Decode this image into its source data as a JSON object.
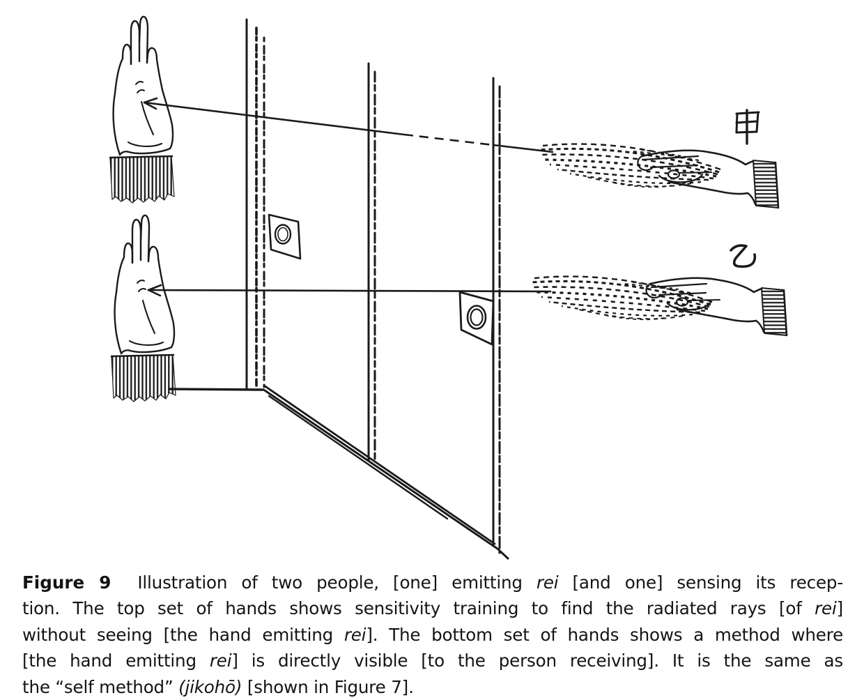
{
  "figure": {
    "number_label": "Figure 9",
    "caption_full": "Figure 9  Illustration of two people, [one] emitting rei [and one] sensing its reception. The top set of hands shows sensitivity training to find the radiated rays [of rei] without seeing [the hand emitting rei]. The bottom set of hands shows a method where [the hand emitting rei] is directly visible [to the person receiving]. It is the same as the “self method” (jikohō) [shown in Figure 7]."
  },
  "caption": {
    "lines": [
      {
        "segs": [
          {
            "t": "Figure 9"
          },
          {
            "t": "Illustration of two people, [one] emitting "
          },
          {
            "t": "rei"
          },
          {
            "t": " [and one] sensing its recep-"
          }
        ]
      },
      {
        "segs": [
          {
            "t": "tion. The top set of hands shows sensitivity training to find the radiated rays [of "
          },
          {
            "t": "rei"
          },
          {
            "t": "]"
          }
        ]
      },
      {
        "segs": [
          {
            "t": "without seeing [the hand emitting "
          },
          {
            "t": "rei"
          },
          {
            "t": "]. The bottom set of hands shows a method where"
          }
        ]
      },
      {
        "segs": [
          {
            "t": "[the hand emitting "
          },
          {
            "t": "rei"
          },
          {
            "t": "] is directly visible [to the person receiving]. It is the same as"
          }
        ]
      },
      {
        "segs": [
          {
            "t": "the “self method” "
          },
          {
            "t": "(jikohō)"
          },
          {
            "t": " [shown in Figure 7]."
          }
        ]
      }
    ]
  },
  "illustration": {
    "labels": {
      "top_person": "甲",
      "bottom_person": "乙"
    }
  },
  "colors": {
    "ink": "#1a1a1a",
    "paper": "#ffffff"
  }
}
